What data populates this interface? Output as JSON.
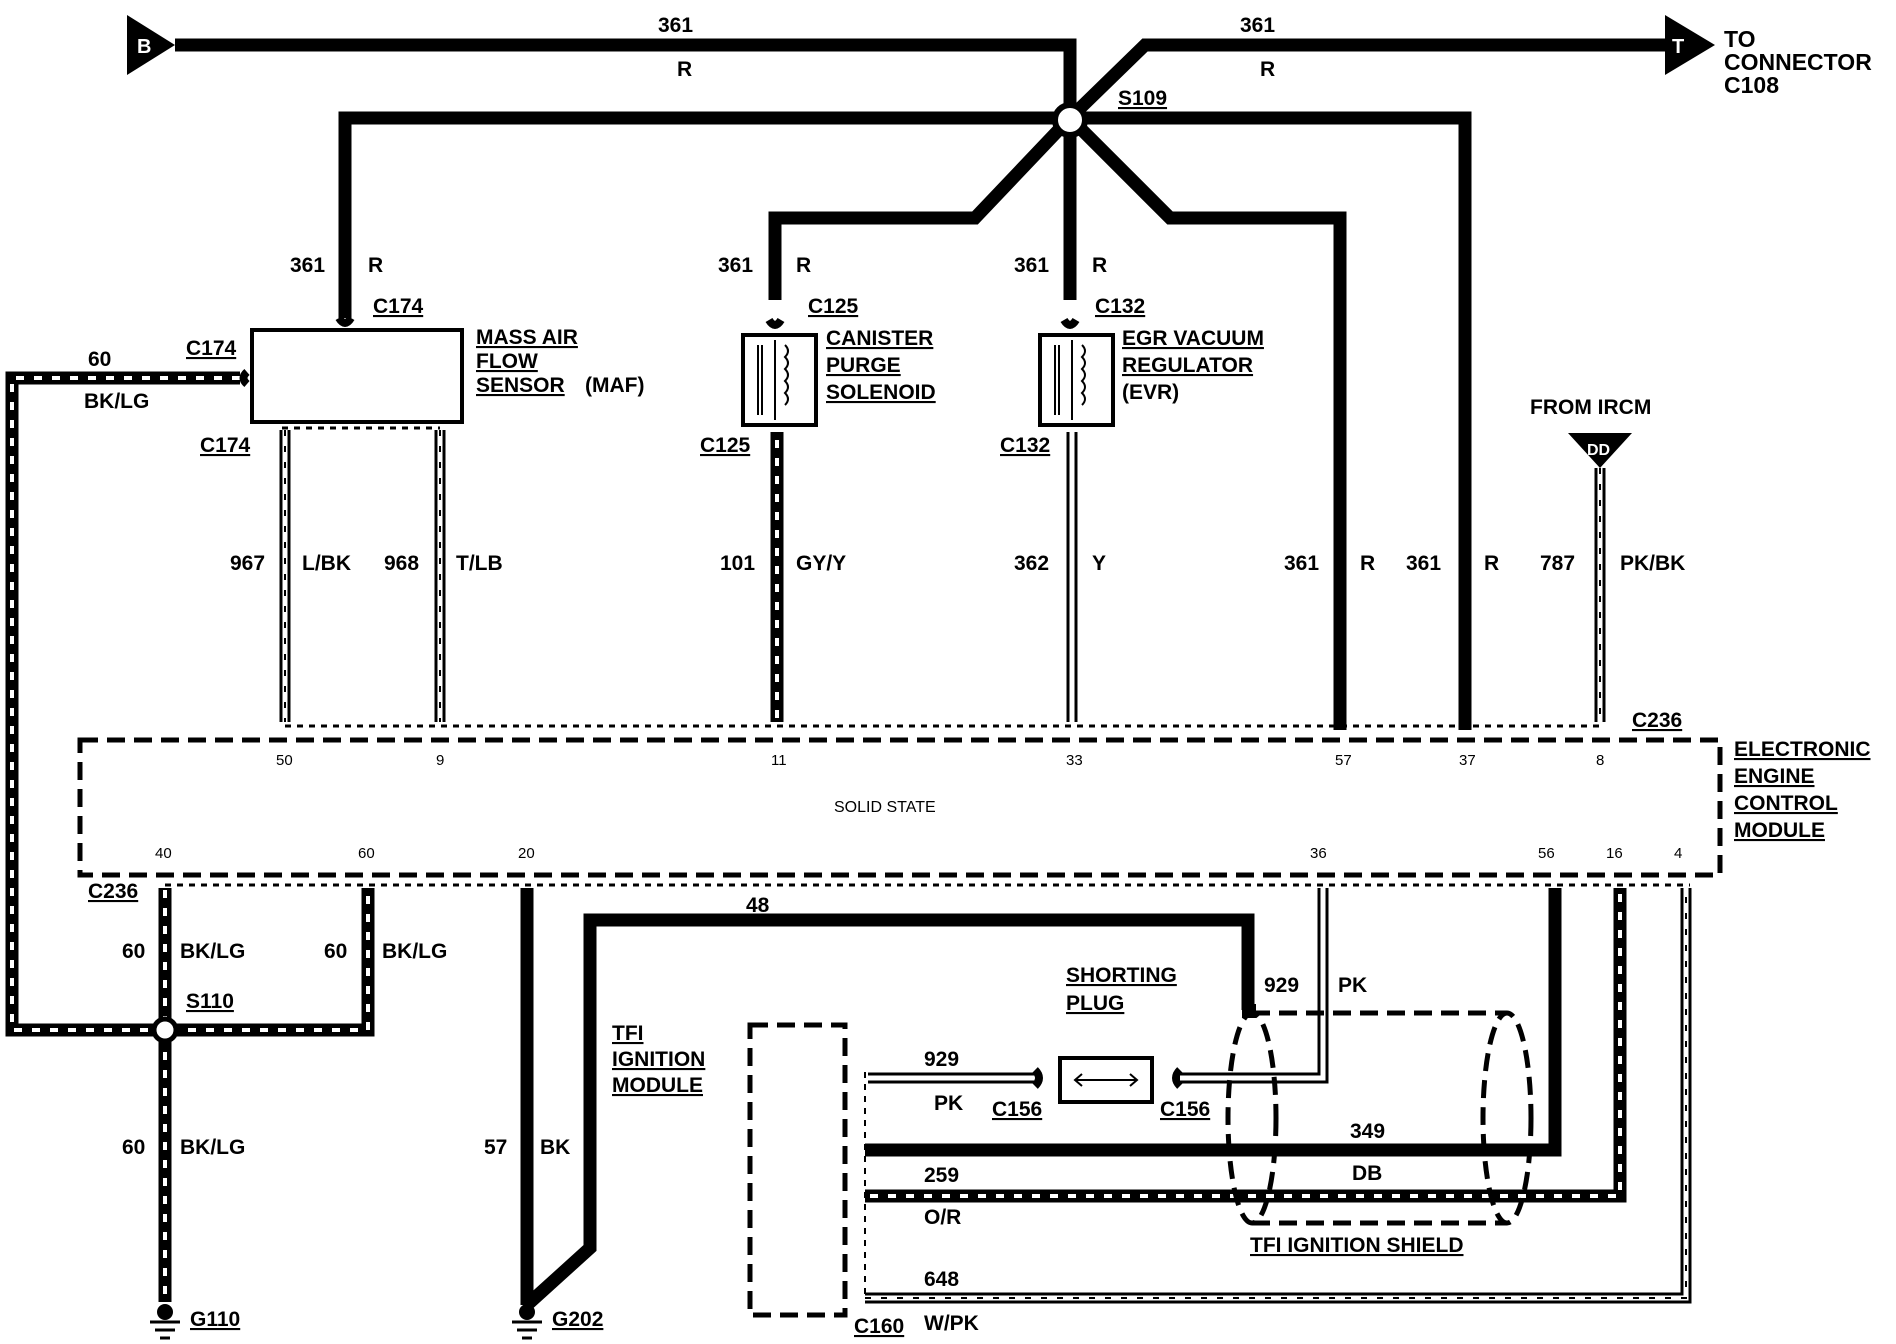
{
  "connectors": {
    "b": "B",
    "t": "T",
    "dd": "DD",
    "to_connector": [
      "TO",
      "CONNECTOR",
      "C108"
    ],
    "from_ircm": "FROM IRCM"
  },
  "splices": {
    "s109": "S109",
    "s110": "S110"
  },
  "top_wires": {
    "left_num": "361",
    "left_color": "R",
    "right_num": "361",
    "right_color": "R"
  },
  "maf": {
    "name": [
      "MASS AIR",
      "FLOW",
      "SENSOR"
    ],
    "suffix": "(MAF)",
    "connector": "C174",
    "in_num": "361",
    "in_color": "R",
    "wire_a_num": "967",
    "wire_a_color": "L/BK",
    "wire_b_num": "968",
    "wire_b_color": "T/LB",
    "ground_num": "60",
    "ground_color": "BK/LG"
  },
  "canister": {
    "name": [
      "CANISTER",
      "PURGE",
      "SOLENOID"
    ],
    "connector": "C125",
    "in_num": "361",
    "in_color": "R",
    "out_num": "101",
    "out_color": "GY/Y"
  },
  "egr": {
    "name": [
      "EGR VACUUM",
      "REGULATOR"
    ],
    "suffix": "(EVR)",
    "connector": "C132",
    "in_num": "361",
    "in_color": "R",
    "out_num": "362",
    "out_color": "Y"
  },
  "right_feeds": [
    {
      "num": "361",
      "color": "R"
    },
    {
      "num": "361",
      "color": "R"
    },
    {
      "num": "787",
      "color": "PK/BK"
    }
  ],
  "eec": {
    "name": [
      "ELECTRONIC",
      "ENGINE",
      "CONTROL",
      "MODULE"
    ],
    "inside": "SOLID STATE",
    "connector": "C236",
    "top_pins": [
      "50",
      "9",
      "11",
      "33",
      "57",
      "37",
      "8"
    ],
    "bottom_pins": [
      "40",
      "60",
      "20",
      "36",
      "56",
      "16",
      "4"
    ]
  },
  "bottom_left": {
    "w1_num": "60",
    "w1_color": "BK/LG",
    "w2_num": "60",
    "w2_color": "BK/LG",
    "w3_num": "60",
    "w3_color": "BK/LG",
    "ground1": "G110",
    "w4_num": "57",
    "w4_color": "BK",
    "ground2": "G202"
  },
  "tfi": {
    "name": [
      "TFI",
      "IGNITION",
      "MODULE"
    ],
    "connector": "C160",
    "w48": "48",
    "shorting_plug": [
      "SHORTING",
      "PLUG"
    ],
    "c156": "C156",
    "pk_num": "929",
    "pk_color": "PK",
    "pk2_num": "929",
    "pk2_color": "PK",
    "db_num": "349",
    "db_color": "DB",
    "or_num": "259",
    "or_color": "O/R",
    "wpk_num": "648",
    "wpk_color": "W/PK",
    "shield": "TFI IGNITION SHIELD"
  }
}
